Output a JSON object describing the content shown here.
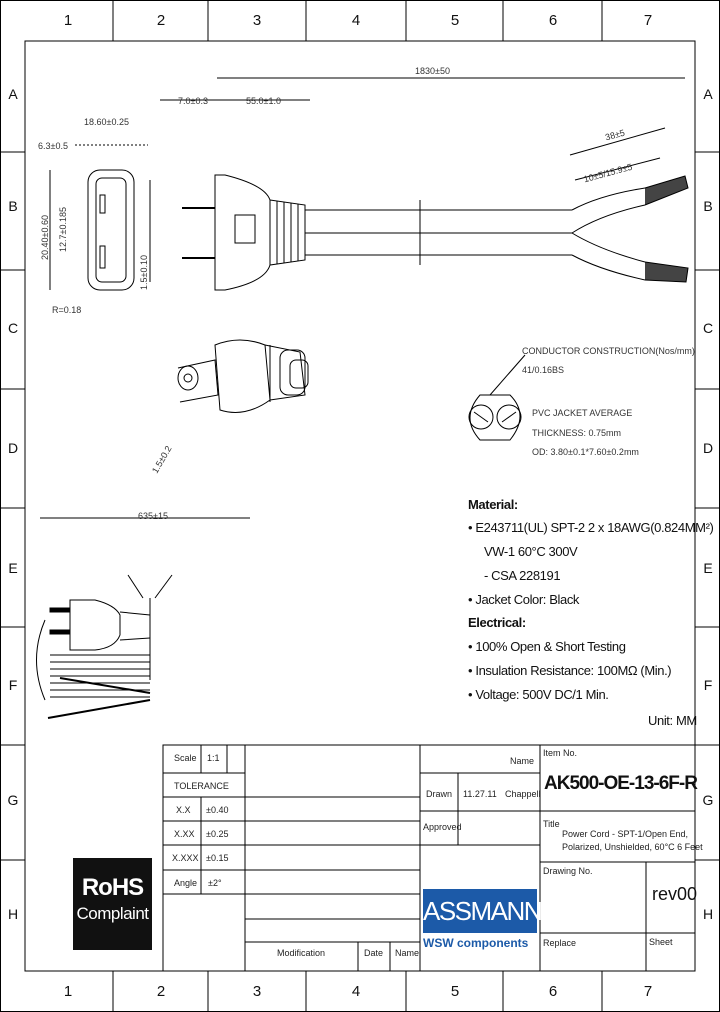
{
  "border": {
    "columns": [
      "1",
      "2",
      "3",
      "4",
      "5",
      "6",
      "7"
    ],
    "rows": [
      "A",
      "B",
      "C",
      "D",
      "E",
      "F",
      "G",
      "H"
    ]
  },
  "dimensions": {
    "overall_length": "1830±50",
    "d_7": "7.0±0.3",
    "d_55": "55.0±1.0",
    "d_plug_width": "18.60±0.25",
    "d_6": "6.3±0.5",
    "d_20": "20.40±0.60",
    "d_12": "12.7±0.185",
    "d_15": "1.5±0.10",
    "d_r": "R=0.18",
    "d_strip_long": "38±5",
    "d_strip_short": "10±5/15.9±5",
    "d_blade": "1.5±0.2",
    "d_coil": "635±15"
  },
  "cross_section": {
    "conductor": "CONDUCTOR CONSTRUCTION(Nos/mm)",
    "strands": "41/0.16BS",
    "insulation": "PVC JACKET AVERAGE",
    "thickness": "THICKNESS: 0.75mm",
    "od": "OD: 3.80±0.1*7.60±0.2mm"
  },
  "specs": {
    "material_head": "Material:",
    "material_1": "• E243711(UL) SPT-2 2 x 18AWG(0.824MM²)",
    "material_2": "VW-1 60°C 300V",
    "material_3": "- CSA 228191",
    "material_4": "• Jacket Color: Black",
    "electrical_head": "Electrical:",
    "electrical_1": "• 100% Open & Short Testing",
    "electrical_2": "• Insulation Resistance: 100MΩ (Min.)",
    "electrical_3": "• Voltage: 500V DC/1 Min.",
    "unit": "Unit: MM"
  },
  "rohs": {
    "line1": "RoHS",
    "line2": "Complaint"
  },
  "title_block": {
    "scale_label": "Scale",
    "scale_value": "1:1",
    "tolerance_label": "TOLERANCE",
    "tol": [
      {
        "label": "X.X",
        "value": "±0.40"
      },
      {
        "label": "X.XX",
        "value": "±0.25"
      },
      {
        "label": "X.XXX",
        "value": "±0.15"
      },
      {
        "label": "Angle",
        "value": "±2°"
      }
    ],
    "name_label": "Name",
    "drawn_label": "Drawn",
    "drawn_date": "11.27.11",
    "drawn_name": "Chappell",
    "approved_label": "Approved",
    "item_no_label": "Item No.",
    "item_no": "AK500-OE-13-6F-R",
    "title_label": "Title",
    "title_1": "Power Cord - SPT-1/Open End,",
    "title_2": "Polarized, Unshielded, 60°C 6 Feet",
    "drawing_no_label": "Drawing No.",
    "rev": "rev00",
    "replace_label": "Replace",
    "sheet_label": "Sheet",
    "modification_label": "Modification",
    "date_label": "Date",
    "name_label_2": "Name",
    "brand": "ASSMANN",
    "brand_sub": "WSW components"
  }
}
